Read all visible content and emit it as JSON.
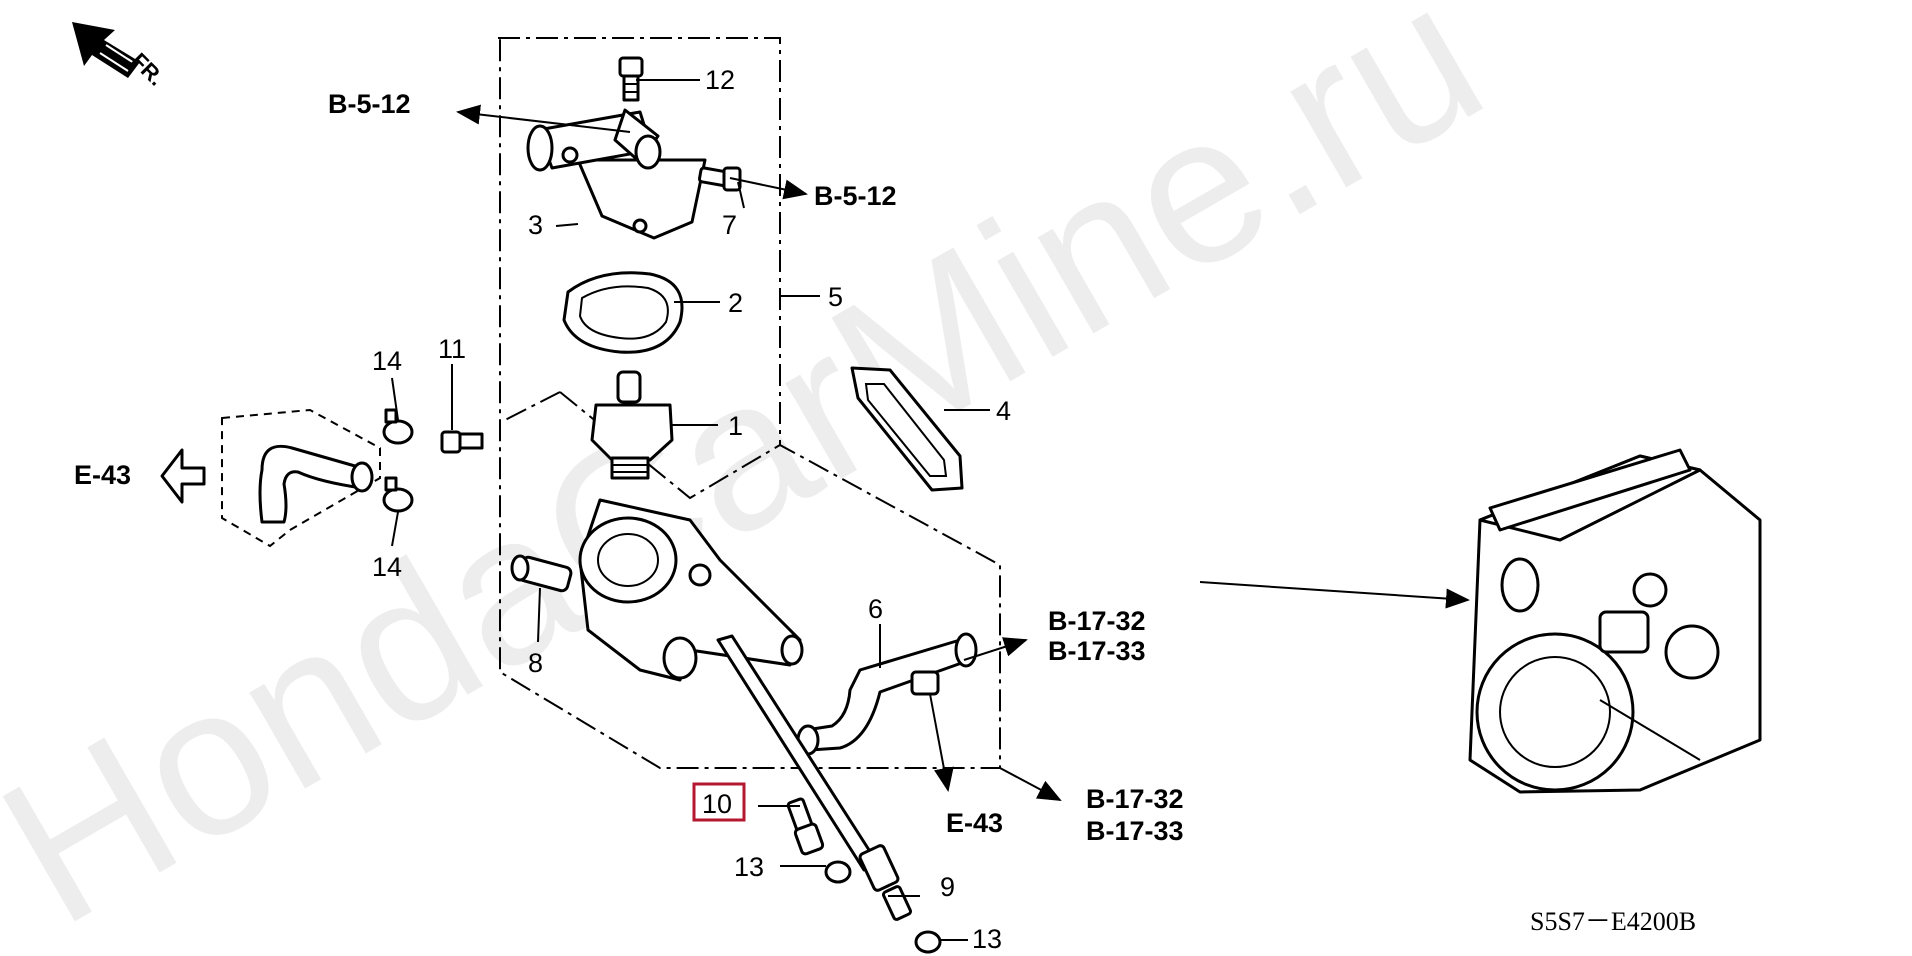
{
  "watermark": "HondaCarMine.ru",
  "front_marker": "FR.",
  "diagram_code": "S5S7－E4200B",
  "callouts": [
    "12",
    "3",
    "7",
    "2",
    "5",
    "1",
    "4",
    "14",
    "11",
    "14",
    "8",
    "6",
    "10",
    "13",
    "9",
    "13"
  ],
  "references": {
    "top_left": "B-5-12",
    "top_right": "B-5-12",
    "left": "E-43",
    "mid_a": "B-17-32",
    "mid_b": "B-17-33",
    "lower": "E-43",
    "bottom_a": "B-17-32",
    "bottom_b": "B-17-33"
  },
  "highlight_color": "#b5172f"
}
